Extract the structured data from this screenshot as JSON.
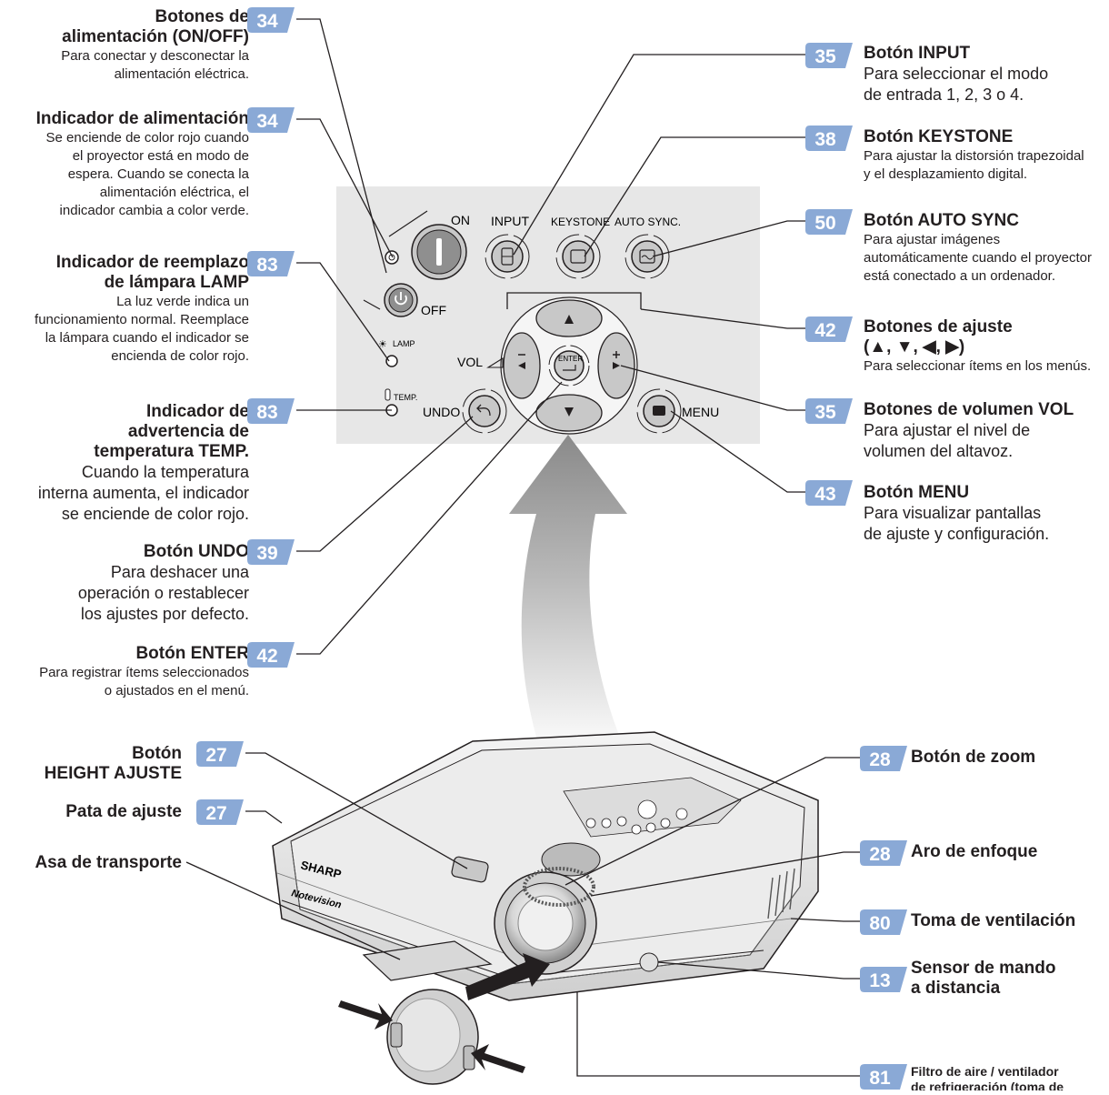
{
  "colors": {
    "badge": "#8aa9d6",
    "panel": "#e7e7e7",
    "line": "#231f20"
  },
  "panel_labels": {
    "on": "ON",
    "off": "OFF",
    "input": "INPUT",
    "keystone": "KEYSTONE",
    "auto_sync": "AUTO SYNC.",
    "lamp": "LAMP",
    "temp": "TEMP.",
    "vol": "VOL",
    "undo": "UNDO",
    "menu": "MENU",
    "enter": "ENTER"
  },
  "left_callouts": [
    {
      "page": "34",
      "title": [
        "Botones de",
        "alimentación (ON/OFF)"
      ],
      "desc": [
        "Para conectar y desconectar la",
        "alimentación eléctrica."
      ]
    },
    {
      "page": "34",
      "title": [
        "Indicador de alimentación"
      ],
      "desc": [
        "Se enciende de color rojo cuando",
        "el proyector está en modo de",
        "espera. Cuando se conecta la",
        "alimentación eléctrica, el",
        "indicador cambia a color verde."
      ]
    },
    {
      "page": "83",
      "title": [
        "Indicador de reemplazo",
        "de lámpara LAMP"
      ],
      "desc": [
        "La luz verde indica un",
        "funcionamiento normal. Reemplace",
        "la lámpara cuando el indicador se",
        "encienda de color rojo."
      ]
    },
    {
      "page": "83",
      "title": [
        "Indicador de",
        "advertencia de",
        "temperatura TEMP."
      ],
      "desc": [
        "Cuando la temperatura",
        "interna aumenta, el indicador",
        "se enciende de color rojo."
      ]
    },
    {
      "page": "39",
      "title": [
        "Botón UNDO"
      ],
      "desc": [
        "Para deshacer una",
        "operación o restablecer",
        "los ajustes por defecto."
      ]
    },
    {
      "page": "42",
      "title": [
        "Botón ENTER"
      ],
      "desc": [
        "Para registrar ítems seleccionados",
        "o ajustados en el menú."
      ]
    }
  ],
  "right_callouts": [
    {
      "page": "35",
      "title": [
        "Botón INPUT"
      ],
      "desc": [
        "Para seleccionar el modo",
        "de entrada 1, 2, 3 o 4."
      ]
    },
    {
      "page": "38",
      "title": [
        "Botón KEYSTONE"
      ],
      "desc": [
        "Para ajustar la distorsión trapezoidal",
        "y el desplazamiento digital."
      ]
    },
    {
      "page": "50",
      "title": [
        "Botón AUTO SYNC"
      ],
      "desc": [
        "Para ajustar imágenes",
        "automáticamente cuando el proyector",
        "está conectado a un ordenador."
      ]
    },
    {
      "page": "42",
      "title": [
        "Botones de ajuste",
        "(▲, ▼, ◀, ▶)"
      ],
      "desc": [
        "Para seleccionar ítems en los menús."
      ]
    },
    {
      "page": "35",
      "title": [
        "Botones de volumen VOL"
      ],
      "desc": [
        "Para ajustar el nivel de",
        "volumen del altavoz."
      ]
    },
    {
      "page": "43",
      "title": [
        "Botón MENU"
      ],
      "desc": [
        "Para visualizar pantallas",
        "de ajuste y configuración."
      ]
    }
  ],
  "bottom_left_callouts": [
    {
      "page": "27",
      "title": [
        "Botón",
        "HEIGHT AJUSTE"
      ]
    },
    {
      "page": "27",
      "title": [
        "Pata de ajuste"
      ]
    },
    {
      "page": "",
      "title": [
        "Asa de transporte"
      ]
    }
  ],
  "bottom_right_callouts": [
    {
      "page": "28",
      "title": [
        "Botón de zoom"
      ]
    },
    {
      "page": "28",
      "title": [
        "Aro de enfoque"
      ]
    },
    {
      "page": "80",
      "title": [
        "Toma de ventilación"
      ]
    },
    {
      "page": "13",
      "title": [
        "Sensor de mando",
        "a distancia"
      ]
    },
    {
      "page": "81",
      "title": [
        "Filtro de aire / ventilador",
        "de refrigeración (toma de"
      ]
    }
  ],
  "projector": {
    "brand": "SHARP",
    "model": "Notevision"
  }
}
